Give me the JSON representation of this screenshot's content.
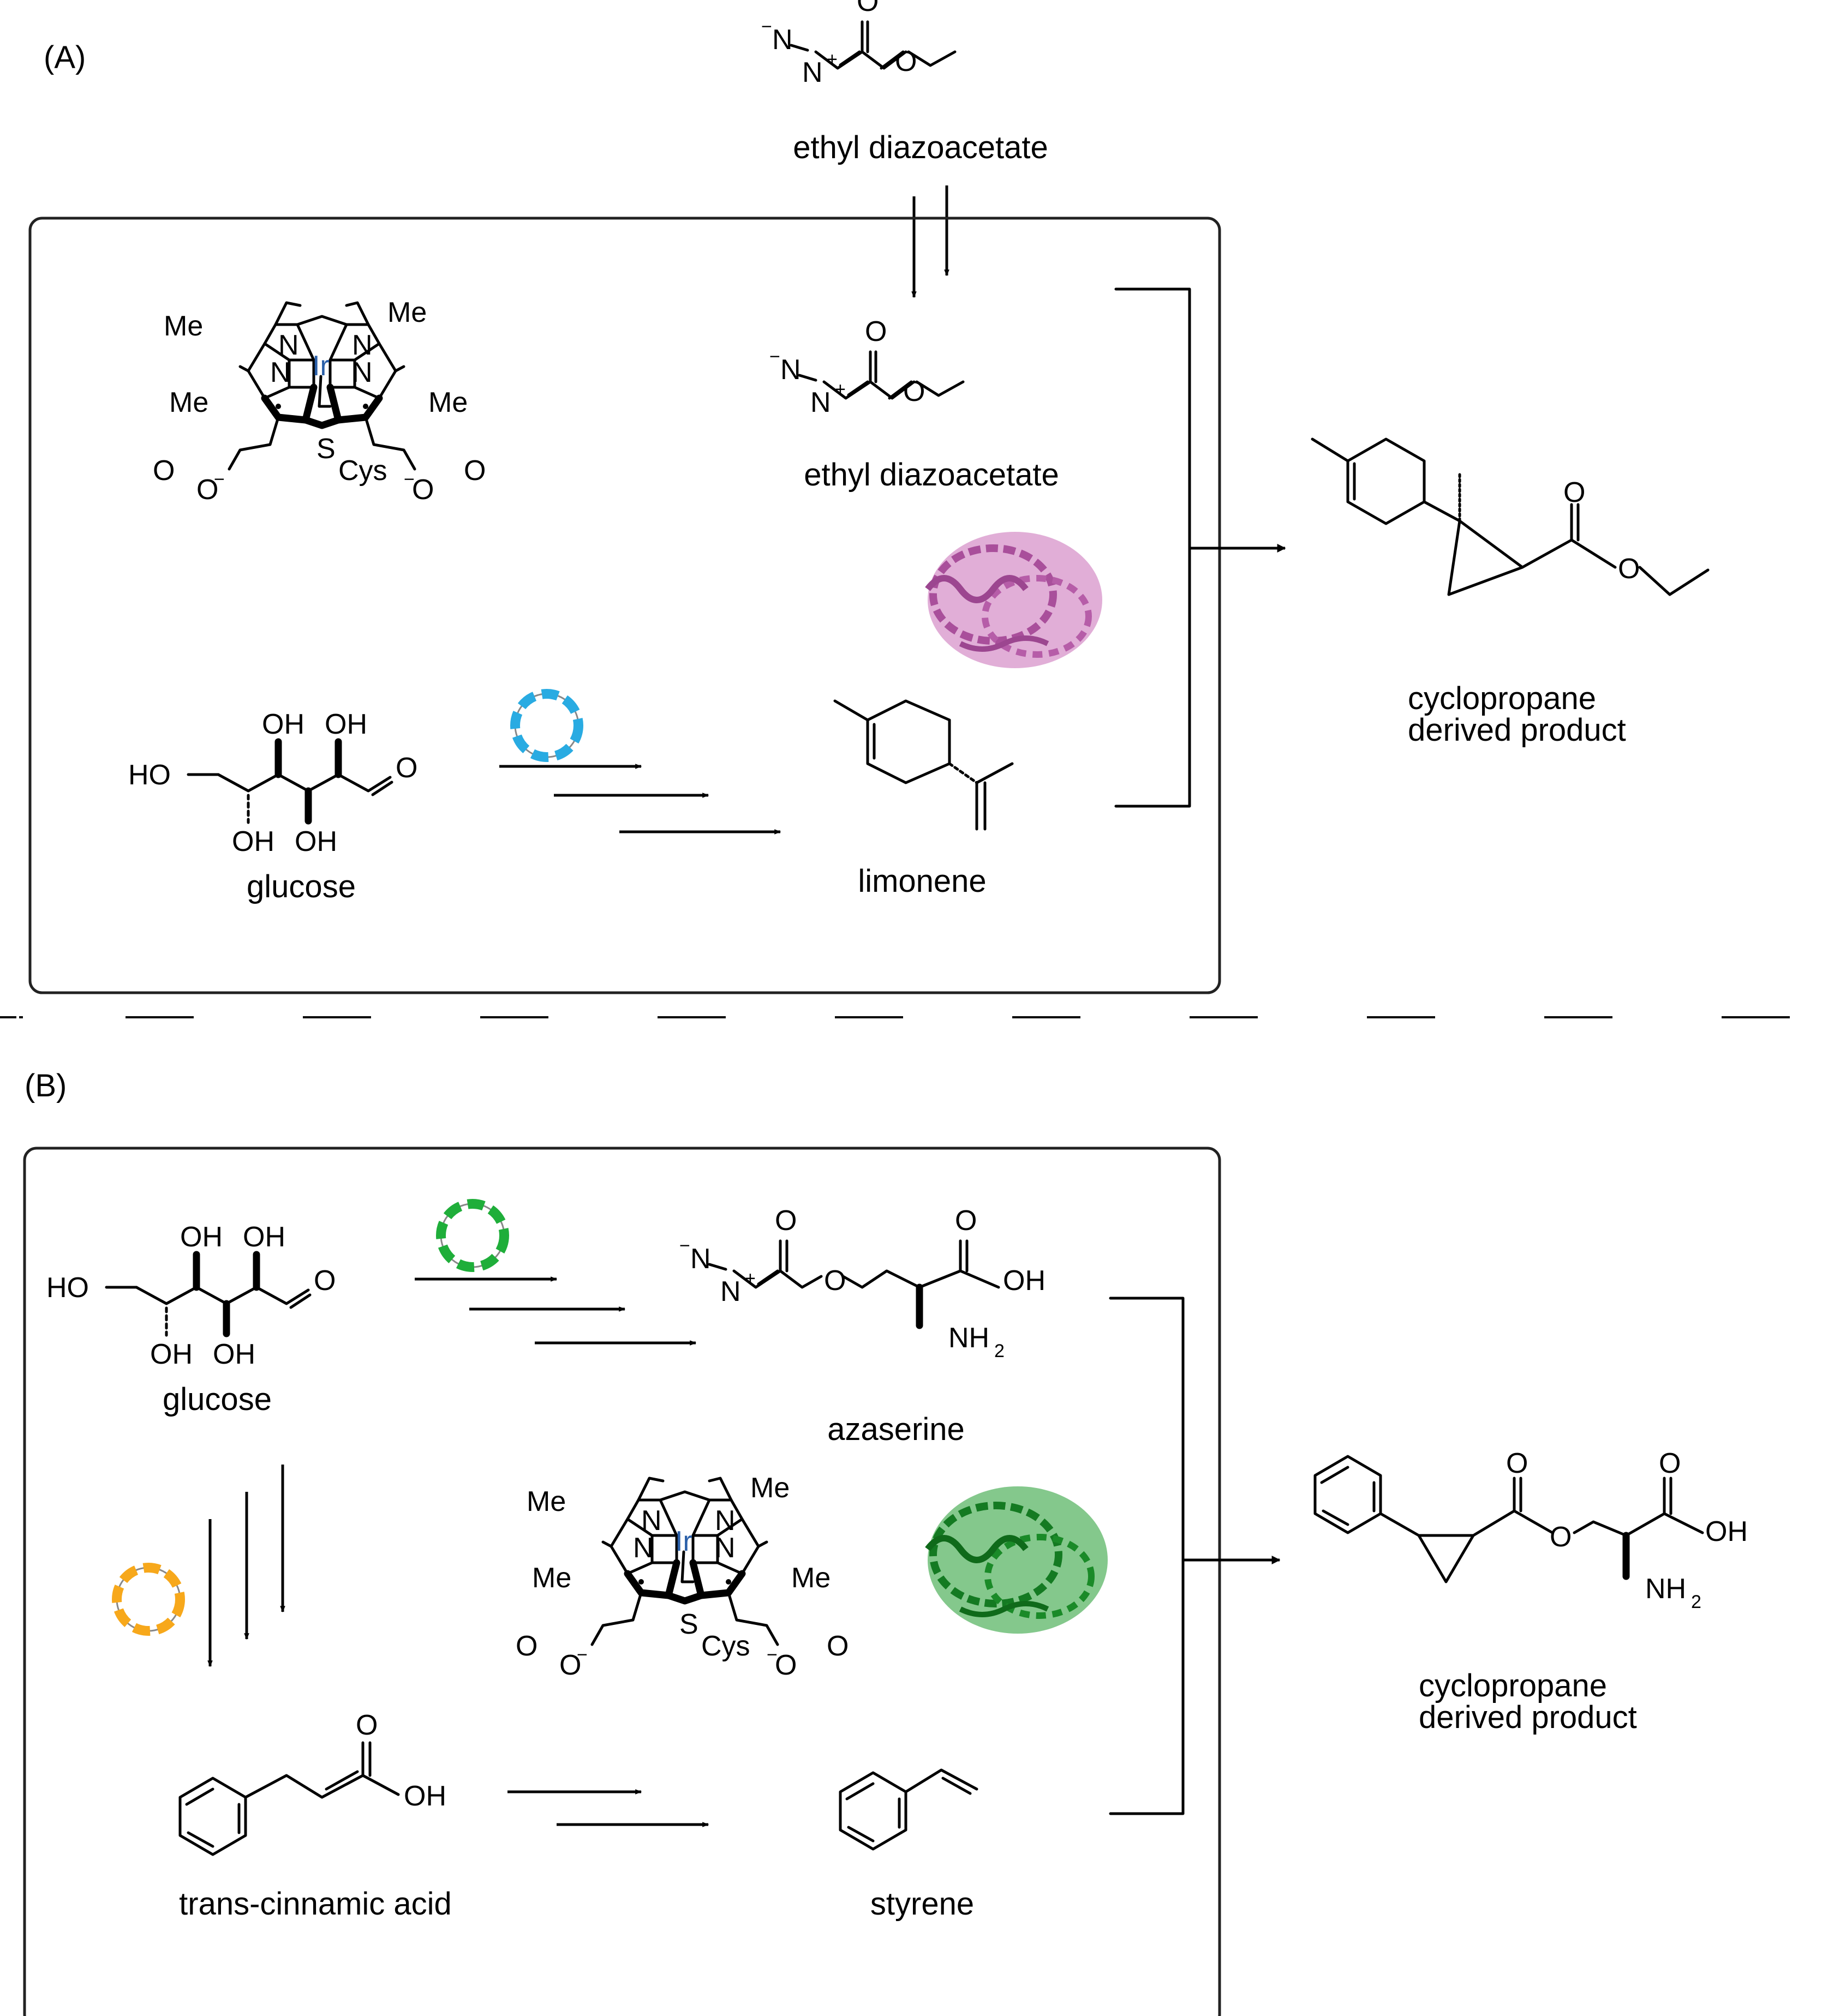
{
  "panels": {
    "a": {
      "tag": "(A)",
      "diazo_top_name": "ethyl diazoacetate",
      "diazo_inner_name": "ethyl diazoacetate",
      "sugar_name": "glucose",
      "alkene_name": "limonene",
      "product_name_line1": "cyclopropane",
      "product_name_line2": "derived product",
      "cofactor_metal": "Ir",
      "cofactor_ligand": "Cys",
      "plasmid_color": "#29abe2",
      "enzyme_color": "#c86bb7"
    },
    "b": {
      "tag": "(B)",
      "sugar_name": "glucose",
      "diazo_name": "azaserine",
      "acid_name": "trans-cinnamic acid",
      "alkene_name": "styrene",
      "product_name_line1": "cyclopropane",
      "product_name_line2": "derived product",
      "cofactor_metal": "Ir",
      "cofactor_ligand": "Cys",
      "plasmid1_color": "#1fae3a",
      "plasmid2_color": "#f7a81b",
      "enzyme_color": "#1f9a2e"
    }
  },
  "atoms": {
    "me": "Me",
    "n": "N",
    "o": "O",
    "oh": "OH",
    "ho": "HO",
    "s": "S",
    "nh2": "NH",
    "sub2": "2",
    "minus": "−",
    "plus": "+"
  }
}
